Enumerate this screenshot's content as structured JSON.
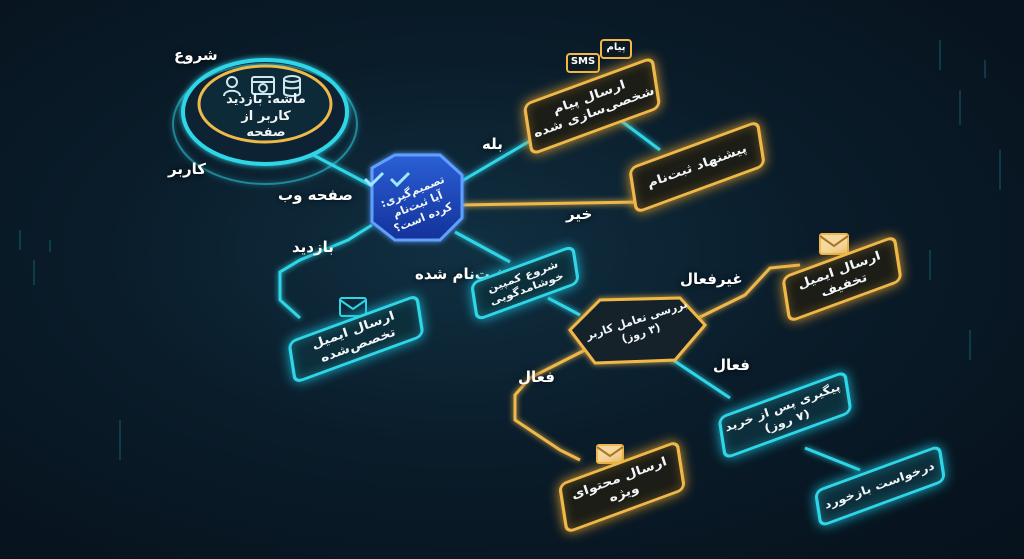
{
  "colors": {
    "cyan": "#2fd6e8",
    "gold": "#f0b84a",
    "background": "#08161f"
  },
  "labels": {
    "start": "شروع",
    "user": "کاربر",
    "website": "صفحه وب",
    "visit": "بازدید",
    "yes": "بله",
    "no": "خیر",
    "registered": "ثبت‌نام شده",
    "inactive": "غیرفعال",
    "active_left": "فعال",
    "active_right": "فعال"
  },
  "nodes": {
    "start": "ماشه: بازدید کاربر از صفحه",
    "decision": "تصمیم‌گیری: آیا ثبت‌نام کرده است؟",
    "personalized_message": "ارسال پیام شخصی‌سازی شده",
    "signup_offer": "پیشنهاد ثبت‌نام",
    "specialized_email": "ارسال ایمیل تخصص‌شده",
    "welcome_campaign": "شروع کمپین خوشامدگویی",
    "engagement_check": "بررسی تعامل کاربر (۳ روز)",
    "discount_email": "ارسال ایمیل تخفیف",
    "post_purchase": "پیگیری پس از خرید (۷ روز)",
    "special_content": "ارسال محتوای ویژه",
    "feedback_request": "درخواست بازخورد"
  },
  "badges": {
    "sms": "SMS",
    "message": "پیام"
  },
  "icons": [
    "user-icon",
    "browser-icon",
    "database-icon",
    "checkmark-icon",
    "sms-bubble-icon",
    "message-bubble-icon",
    "envelope-icon"
  ]
}
